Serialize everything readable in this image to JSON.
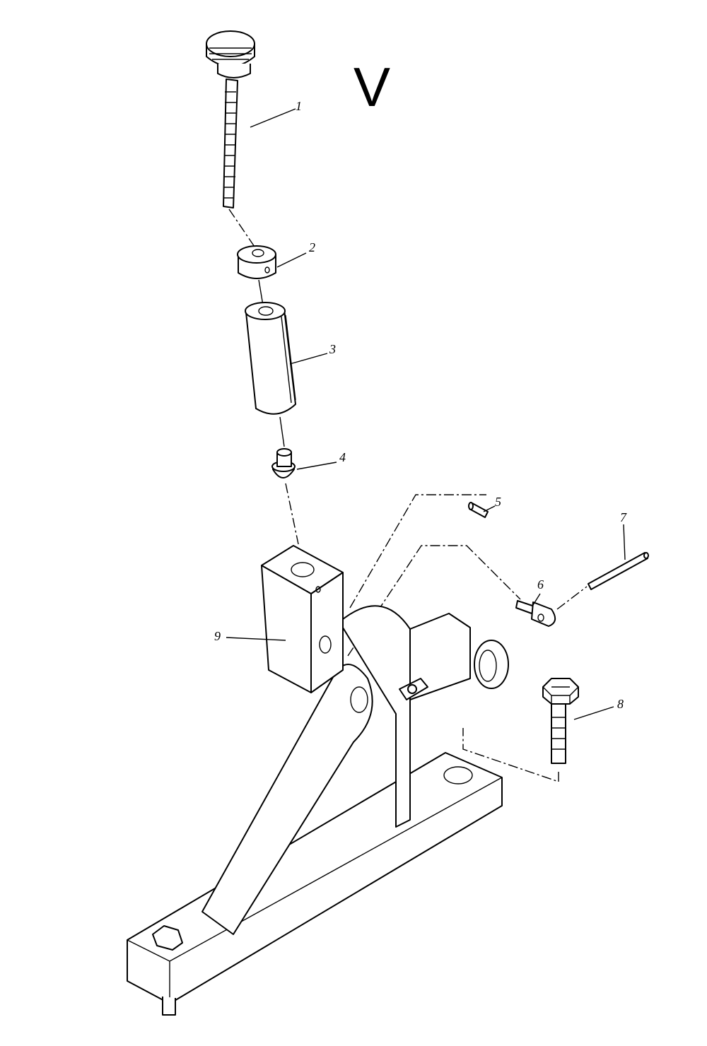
{
  "title": "V",
  "callouts": [
    "1",
    "2",
    "3",
    "4",
    "5",
    "6",
    "7",
    "8",
    "9"
  ],
  "colors": {
    "line": "#000000",
    "background": "#ffffff"
  }
}
